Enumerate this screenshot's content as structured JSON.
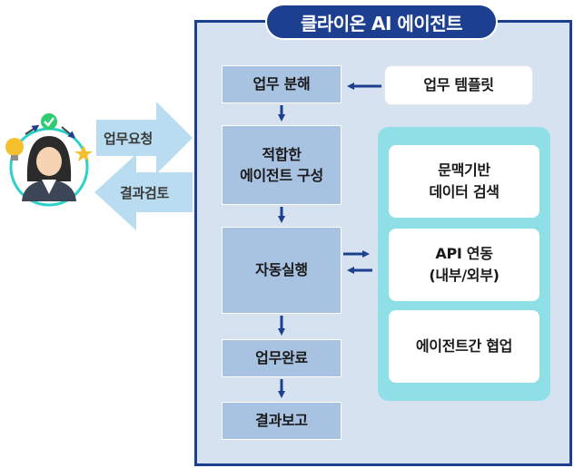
{
  "title": "클라이온 AI 에이전트",
  "steps": {
    "decompose": "업무 분해",
    "select_line1": "적합한",
    "select_line2": "에이전트 구성",
    "execute": "자동실행",
    "complete": "업무완료",
    "report": "결과보고"
  },
  "template_card": "업무 템플릿",
  "capabilities": [
    {
      "line1": "문맥기반",
      "line2": "데이터 검색"
    },
    {
      "line1": "API 연동",
      "line2": "(내부/외부)"
    },
    {
      "line1": "에이전트간 협업",
      "line2": ""
    }
  ],
  "user": {
    "request_label": "업무요청",
    "review_label": "결과검토",
    "icons": [
      "user-icon",
      "lightbulb-icon",
      "check-icon",
      "star-icon"
    ]
  },
  "colors": {
    "navy": "#1d3f8f",
    "panel": "#d6e2ef",
    "step": "#a8c2e2",
    "teal": "#8ee0e6",
    "arrow_light": "#b9dcf0"
  }
}
